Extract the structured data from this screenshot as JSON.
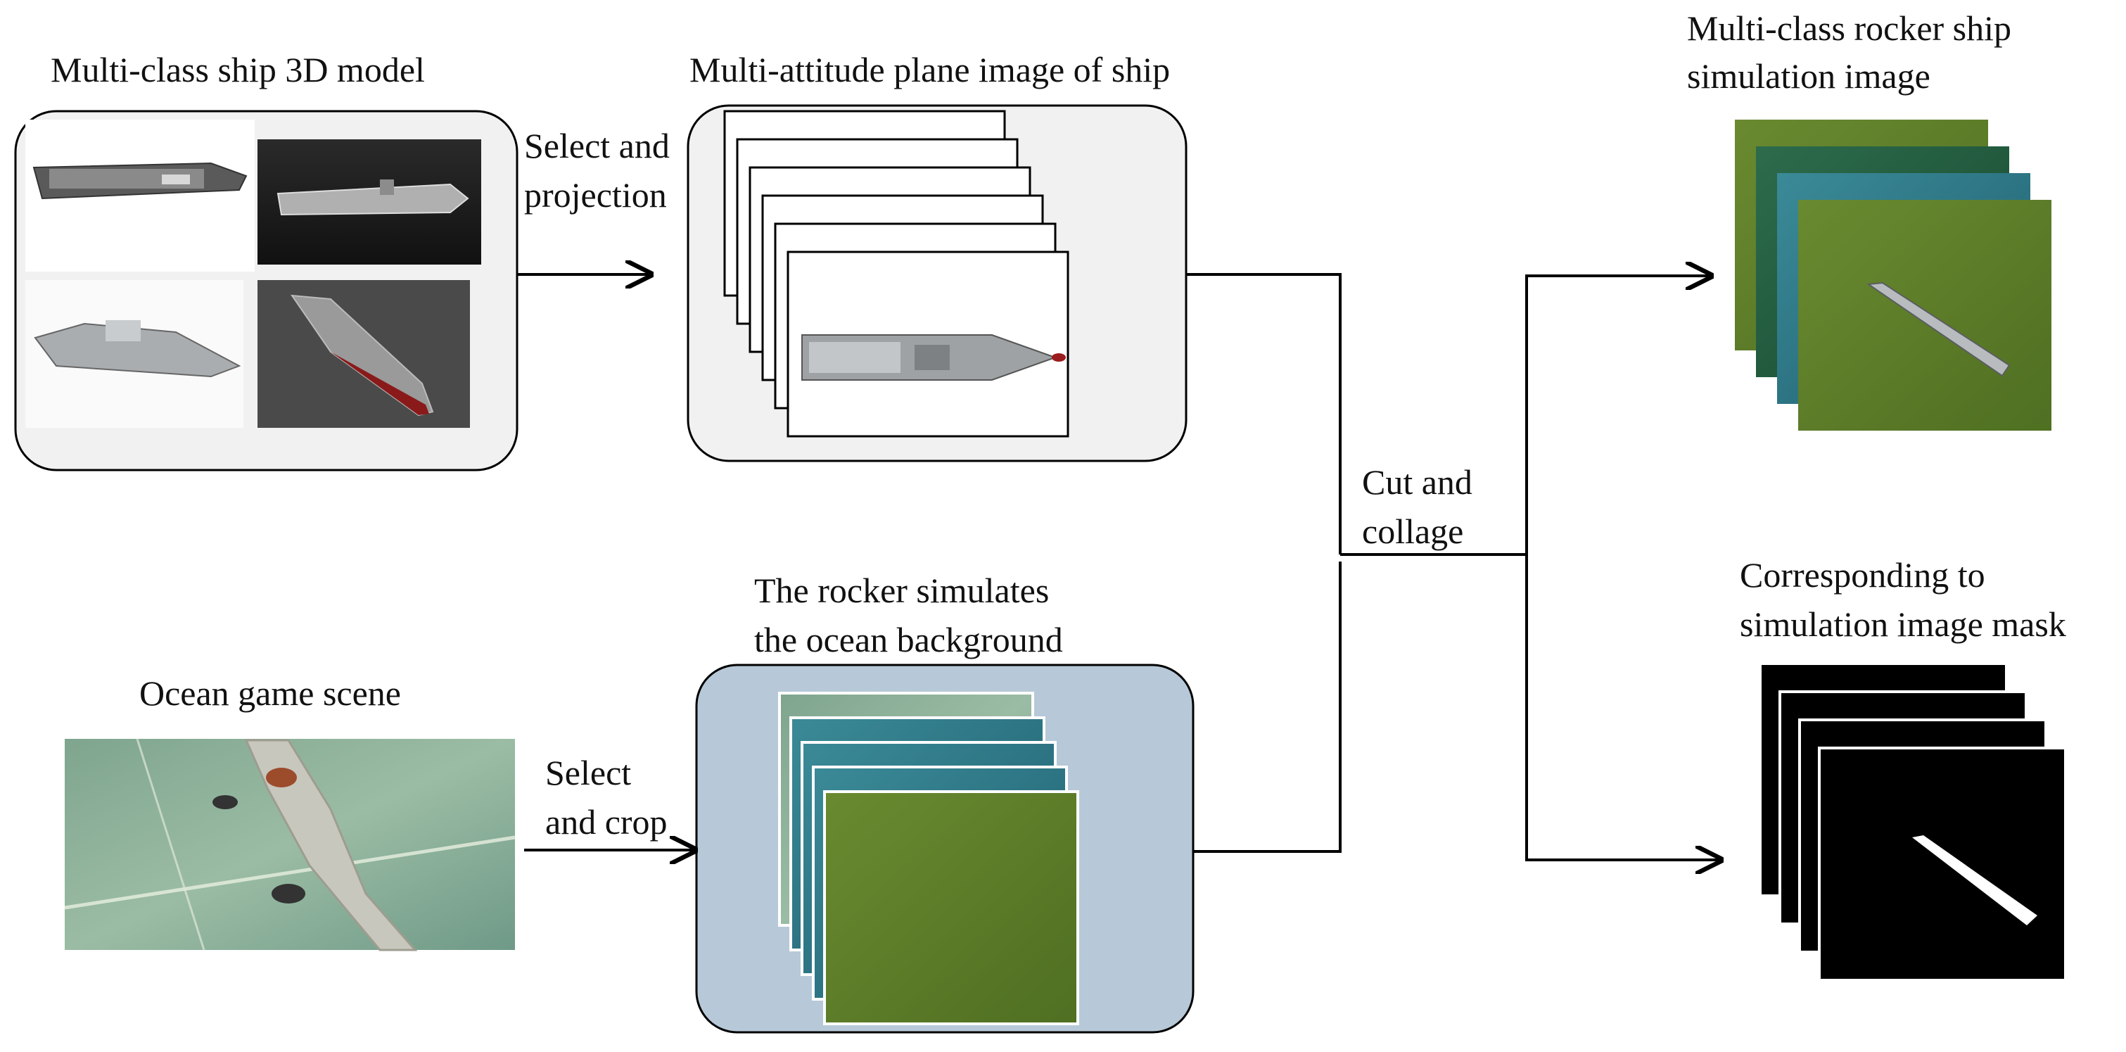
{
  "labels": {
    "model_title": "Multi-class ship 3D model",
    "plane_title": "Multi-attitude plane image of ship",
    "select_proj_1": "Select and",
    "select_proj_2": "projection",
    "cut_1": "Cut and",
    "cut_2": "collage",
    "sim_title_1": "Multi-class rocker ship",
    "sim_title_2": "simulation image",
    "mask_title_1": "Corresponding to",
    "mask_title_2": "simulation image mask",
    "ocean_title": "Ocean game scene",
    "select_crop_1": "Select",
    "select_crop_2": "and crop",
    "rocker_title_1": "The rocker simulates",
    "rocker_title_2": "the ocean background"
  },
  "colors": {
    "panel_gray": "#f1f1f1",
    "panel_blue": "#b7c9d8",
    "sea_green": "#5f7f2a",
    "sea_teal": "#2f7b86",
    "sea_dark": "#1f5a3a",
    "mask_black": "#000000",
    "line": "#000000"
  }
}
